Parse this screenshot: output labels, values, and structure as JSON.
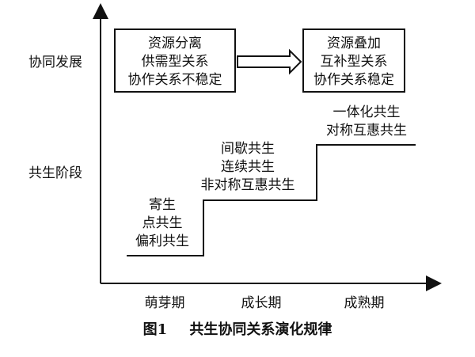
{
  "axes": {
    "y_labels": [
      "协同发展",
      "共生阶段"
    ],
    "x_labels": [
      "萌芽期",
      "成长期",
      "成熟期"
    ]
  },
  "boxes": [
    {
      "lines": [
        "资源分离",
        "供需型关系",
        "协作关系不稳定"
      ]
    },
    {
      "lines": [
        "资源叠加",
        "互补型关系",
        "协作关系稳定"
      ]
    }
  ],
  "stages": [
    {
      "lines": [
        "寄生",
        "点共生",
        "偏利共生"
      ]
    },
    {
      "lines": [
        "间歇共生",
        "连续共生",
        "非对称互惠共生"
      ]
    },
    {
      "lines": [
        "一体化共生",
        "对称互惠共生"
      ]
    }
  ],
  "caption": {
    "number": "图1",
    "title": "共生协同关系演化规律"
  }
}
